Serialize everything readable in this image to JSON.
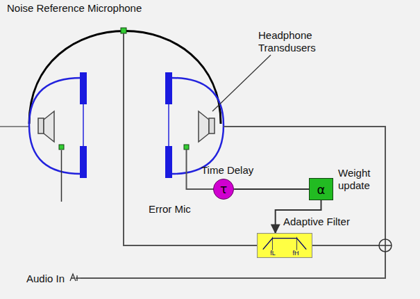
{
  "diagram": {
    "nodes": [
      {
        "text": [
          "τ"
        ]
      },
      {
        "text": [
          "α"
        ]
      },
      {
        "text": [
          "fL",
          "fH"
        ]
      }
    ],
    "edges": [
      {
        "from": 0,
        "to": 1,
        "arrow": "none"
      },
      {
        "from": 1,
        "to": 2,
        "arrow": "to"
      }
    ],
    "labels": [
      "Noise Reference Microphone",
      "Headphone Transdusers",
      "Time Delay",
      "Weight update",
      "Adaptive Filter",
      "Error Mic",
      "Audio In"
    ]
  }
}
